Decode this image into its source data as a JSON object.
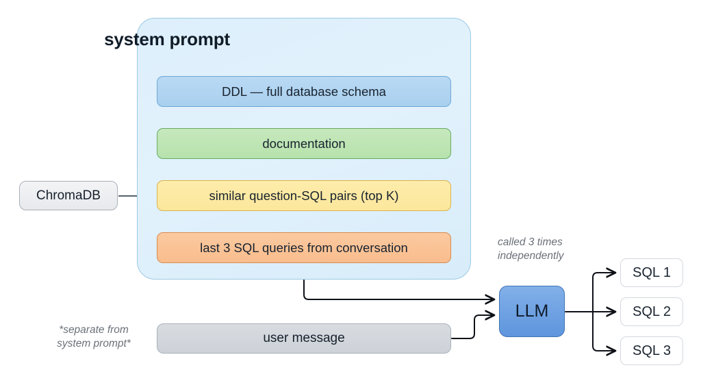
{
  "diagram": {
    "title": "system prompt",
    "system_prompt": {
      "label": "system prompt",
      "rows": [
        {
          "label": "DDL — full database schema",
          "color": "#a9d0ef",
          "border": "#6da8d6"
        },
        {
          "label": "documentation",
          "color": "#b7e2ac",
          "border": "#68ab62"
        },
        {
          "label": "similar question-SQL pairs (top K)",
          "color": "#fce79b",
          "border": "#d7b34d"
        },
        {
          "label": "last 3 SQL queries from conversation",
          "color": "#f9bd8d",
          "border": "#d98a4e"
        }
      ],
      "container_color": "#ddeffb",
      "container_border": "#9cc9e3"
    },
    "chromadb": {
      "label": "ChromaDB",
      "color": "#eceef1",
      "border": "#a9b0b8"
    },
    "user_message": {
      "label": "user message",
      "color": "#d3d8de",
      "border": "#a9b0b8"
    },
    "llm": {
      "label": "LLM",
      "color": "#5e95dd",
      "border": "#3f72b5"
    },
    "outputs": [
      {
        "label": "SQL 1"
      },
      {
        "label": "SQL 2"
      },
      {
        "label": "SQL 3"
      }
    ],
    "annotations": {
      "called_3_times": "called 3 times\nindependently",
      "called_3_times_line1": "called 3 times",
      "called_3_times_line2": "independently",
      "separate_note_line1": "*separate from",
      "separate_note_line2": "system prompt*"
    },
    "connector_color": "#6d7b88",
    "flow_arrow_color": "#0d1117",
    "background": "#ffffff"
  }
}
